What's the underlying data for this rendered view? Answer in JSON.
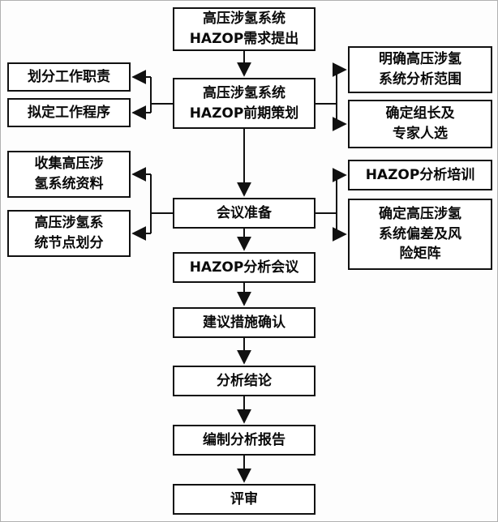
{
  "flowchart": {
    "colors": {
      "line": "#111111",
      "box_border": "#111111",
      "box_background": "#ffffff"
    },
    "nodes": {
      "need": {
        "label": "高压涉氢系统\nHAZOP需求提出"
      },
      "preplanning": {
        "label": "高压涉氢系统\nHAZOP前期策划"
      },
      "meeting_preparation": {
        "label": "会议准备"
      },
      "hazop_meeting": {
        "label": "HAZOP分析会议"
      },
      "measures_confirmation": {
        "label": "建议措施确认"
      },
      "analysis_conclusion": {
        "label": "分析结论"
      },
      "analysis_report": {
        "label": "编制分析报告"
      },
      "review": {
        "label": "评审"
      },
      "divide_responsibilities": {
        "label": "划分工作职责"
      },
      "work_procedure": {
        "label": "拟定工作程序"
      },
      "collect_data": {
        "label": "收集高压涉\n氢系统资料"
      },
      "node_division": {
        "label": "高压涉氢系\n统节点划分"
      },
      "analysis_scope": {
        "label": "明确高压涉氢\n系统分析范围"
      },
      "leader_experts": {
        "label": "确定组长及\n专家人选"
      },
      "hazop_training": {
        "label": "HAZOP分析培训"
      },
      "deviation_risk_matrix": {
        "label": "确定高压涉氢\n系统偏差及风\n险矩阵"
      }
    },
    "edges": [
      {
        "from": "need",
        "to": "preplanning"
      },
      {
        "from": "preplanning",
        "to": "divide_responsibilities"
      },
      {
        "from": "preplanning",
        "to": "work_procedure"
      },
      {
        "from": "preplanning",
        "to": "analysis_scope"
      },
      {
        "from": "preplanning",
        "to": "leader_experts"
      },
      {
        "from": "preplanning",
        "to": "meeting_preparation"
      },
      {
        "from": "meeting_preparation",
        "to": "collect_data"
      },
      {
        "from": "meeting_preparation",
        "to": "node_division"
      },
      {
        "from": "meeting_preparation",
        "to": "hazop_training"
      },
      {
        "from": "meeting_preparation",
        "to": "deviation_risk_matrix"
      },
      {
        "from": "meeting_preparation",
        "to": "hazop_meeting"
      },
      {
        "from": "hazop_meeting",
        "to": "measures_confirmation"
      },
      {
        "from": "measures_confirmation",
        "to": "analysis_conclusion"
      },
      {
        "from": "analysis_conclusion",
        "to": "analysis_report"
      },
      {
        "from": "analysis_report",
        "to": "review"
      }
    ]
  }
}
